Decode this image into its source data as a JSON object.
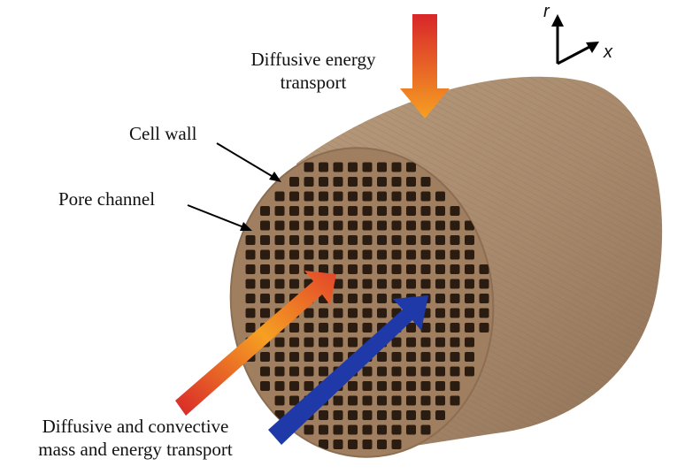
{
  "labels": {
    "diffusive_energy_line1": "Diffusive energy",
    "diffusive_energy_line2": "transport",
    "cell_wall": "Cell wall",
    "pore_channel": "Pore channel",
    "convective_line1": "Diffusive and convective",
    "convective_line2": "mass and energy transport"
  },
  "axes": {
    "r": "r",
    "x": "x"
  },
  "colors": {
    "wood_body": "#a8896c",
    "wood_face": "#a07f60",
    "pore": "#2b1c12",
    "arrow_hot_start": "#d8262a",
    "arrow_hot_end": "#f6a022",
    "arrow_blue": "#1f3aa8"
  }
}
